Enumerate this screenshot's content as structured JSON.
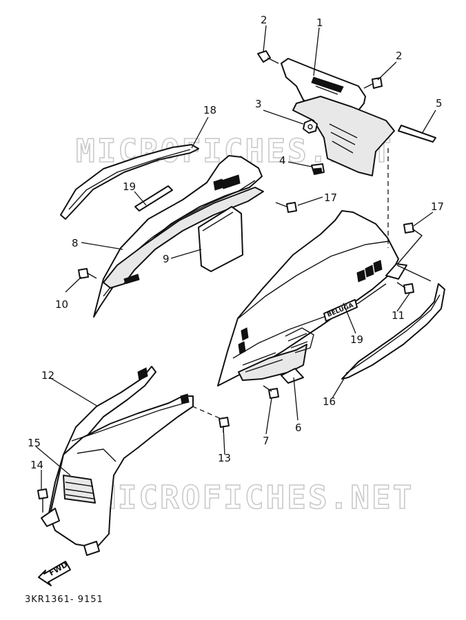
{
  "watermark": "MICROFICHES.NET",
  "drawing_code": "3KR1361- 9151",
  "fwd_label": "FWD",
  "emblem_text": "BELUGA",
  "callouts": [
    "1",
    "2",
    "2",
    "3",
    "4",
    "5",
    "18",
    "19",
    "17",
    "17",
    "8",
    "9",
    "10",
    "11",
    "19",
    "12",
    "15",
    "14",
    "13",
    "7",
    "6",
    "16"
  ]
}
